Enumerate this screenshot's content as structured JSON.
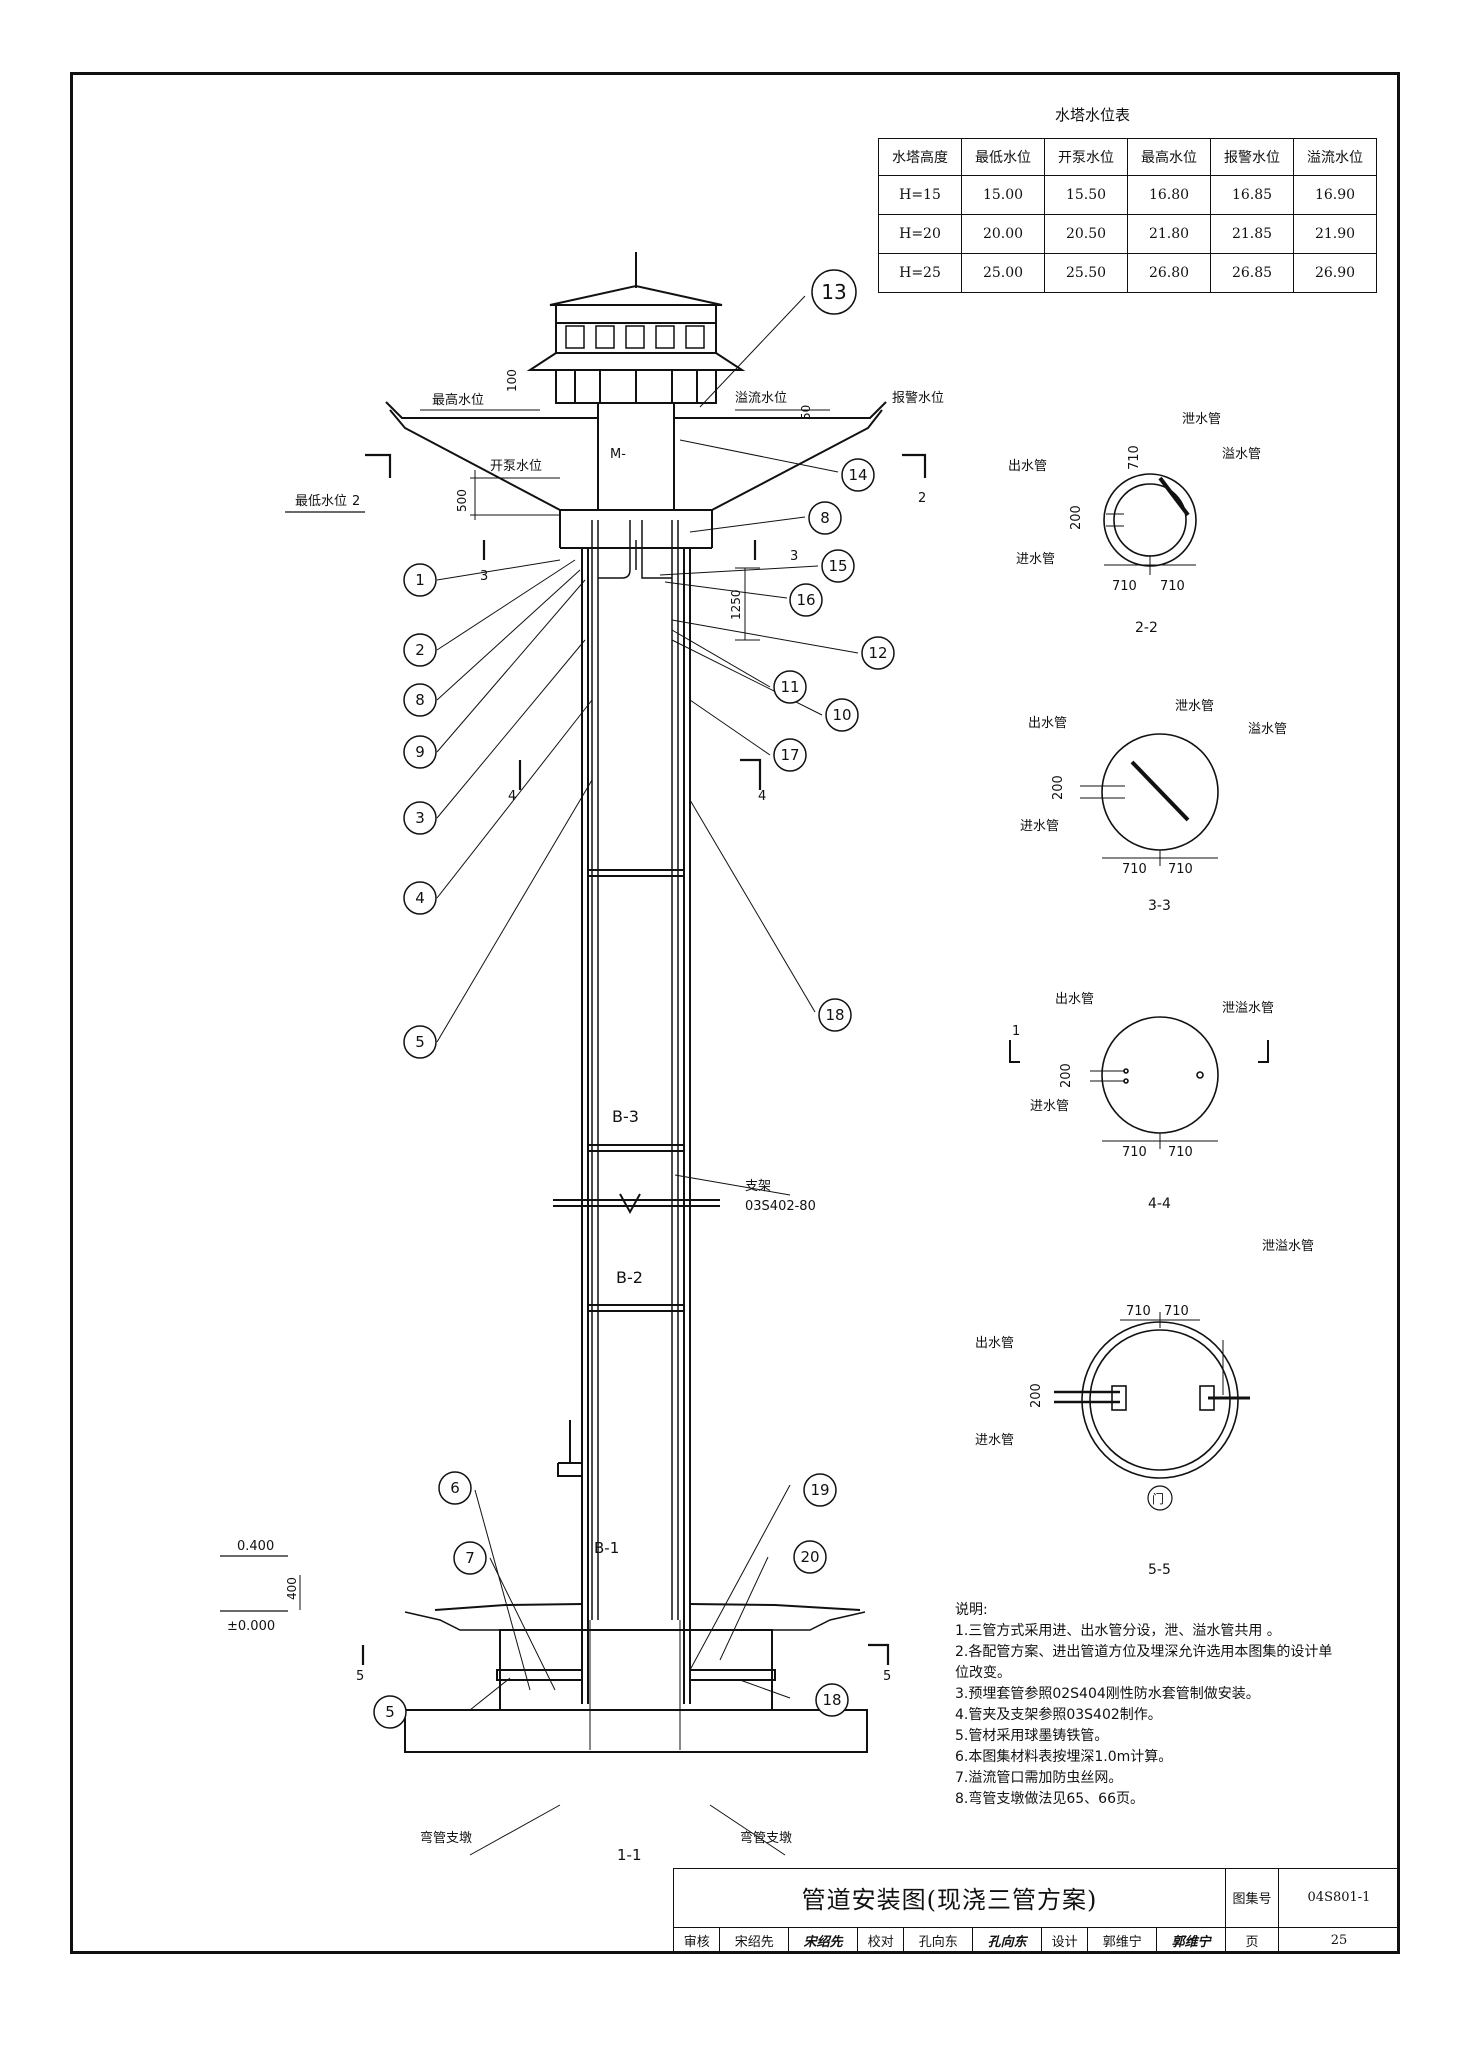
{
  "water_level_table": {
    "caption": "水塔水位表",
    "headers": [
      "水塔高度",
      "最低水位",
      "开泵水位",
      "最高水位",
      "报警水位",
      "溢流水位"
    ],
    "rows": [
      [
        "H=15",
        "15.00",
        "15.50",
        "16.80",
        "16.85",
        "16.90"
      ],
      [
        "H=20",
        "20.00",
        "20.50",
        "21.80",
        "21.85",
        "21.90"
      ],
      [
        "H=25",
        "25.00",
        "25.50",
        "26.80",
        "26.85",
        "26.90"
      ]
    ]
  },
  "elevation": {
    "labels": {
      "max_level": "最高水位",
      "overflow_level": "溢流水位",
      "alarm_level": "报警水位",
      "pump_level": "开泵水位",
      "min_level": "最低水位",
      "dim_100": "100",
      "dim_50": "50",
      "dim_500": "500",
      "dim_1250": "1250",
      "dim_400": "400",
      "mark_m": "M-",
      "b3": "B-3",
      "b2": "B-2",
      "b1": "B-1",
      "support": "支架",
      "support_ref": "03S402-80",
      "elev_0400": "0.400",
      "elev_0000": "±0.000",
      "bend_left": "弯管支墩",
      "bend_right": "弯管支墩",
      "section_title": "1-1",
      "cut2": "2",
      "cut3": "3",
      "cut4": "4",
      "cut5": "5"
    },
    "callouts": [
      "13",
      "14",
      "8",
      "15",
      "16",
      "12",
      "11",
      "10",
      "17",
      "18",
      "1",
      "2",
      "8",
      "9",
      "3",
      "4",
      "5",
      "6",
      "7",
      "5",
      "19",
      "20",
      "18"
    ]
  },
  "sections": {
    "s22": {
      "title": "2-2",
      "outlet": "出水管",
      "drain": "泄水管",
      "overflow": "溢水管",
      "inlet": "进水管",
      "d710": "710",
      "d200": "200"
    },
    "s33": {
      "title": "3-3",
      "outlet": "出水管",
      "drain": "泄水管",
      "overflow": "溢水管",
      "inlet": "进水管",
      "d710": "710",
      "d200": "200"
    },
    "s44": {
      "title": "4-4",
      "outlet": "出水管",
      "drain_overflow": "泄溢水管",
      "inlet": "进水管",
      "d710": "710",
      "d200": "200",
      "cut": "1"
    },
    "s55": {
      "title": "5-5",
      "outlet": "出水管",
      "drain_overflow": "泄溢水管",
      "inlet": "进水管",
      "d710": "710",
      "d200": "200",
      "door": "门"
    }
  },
  "notes": {
    "heading": "说明:",
    "items": [
      "1.三管方式采用进、出水管分设，泄、溢水管共用 。",
      "2.各配管方案、进出管道方位及埋深允许选用本图集的设计单",
      "位改变。",
      "3.预埋套管参照02S404刚性防水套管制做安装。",
      "4.管夹及支架参照03S402制作。",
      "5.管材采用球墨铸铁管。",
      "6.本图集材料表按埋深1.0m计算。",
      "7.溢流管口需加防虫丝网。",
      "8.弯管支墩做法见65、66页。"
    ]
  },
  "title_block": {
    "title": "管道安装图(现浇三管方案)",
    "atlas_label": "图集号",
    "atlas_no": "04S801-1",
    "review_label": "审核",
    "reviewer": "宋绍先",
    "reviewer_sig": "宋绍先",
    "check_label": "校对",
    "checker": "孔向东",
    "checker_sig": "孔向东",
    "design_label": "设计",
    "designer": "郭维宁",
    "designer_sig": "郭维宁",
    "page_label": "页",
    "page_no": "25"
  }
}
